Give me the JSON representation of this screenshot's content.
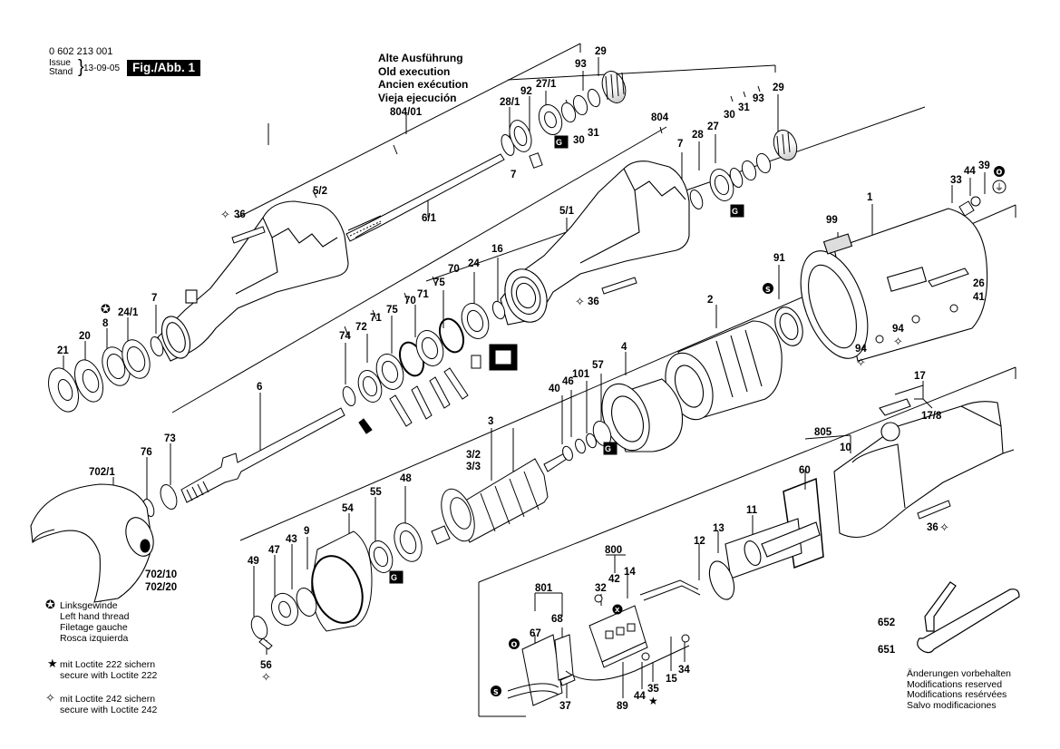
{
  "header": {
    "doc_number": "0 602 213 001",
    "issue_label_1": "Issue",
    "issue_label_2": "Stand",
    "issue_date": "13-09-05",
    "figure_tag": "Fig./Abb. 1"
  },
  "old_execution": {
    "de": "Alte Ausführung",
    "en": "Old execution",
    "fr": "Ancien exécution",
    "es": "Vieja ejecución"
  },
  "legend": {
    "left_hand_thread": [
      "Linksgewinde",
      "Left hand thread",
      "Filetage gauche",
      "Rosca izquierda"
    ],
    "loctite_222": [
      "mit Loctite 222 sichern",
      "secure with Loctite 222"
    ],
    "loctite_242": [
      "mit Loctite 242 sichern",
      "secure with Loctite 242"
    ]
  },
  "modifications": [
    "Änderungen vorbehalten",
    "Modifications reserved",
    "Modifications resérvées",
    "Salvo modificaciones"
  ],
  "symbols": {
    "star": "★",
    "open_star": "✧",
    "left_thread": "✪",
    "grease": "S",
    "oil": "O",
    "earth": "⏚",
    "note": "X"
  },
  "part_labels": {
    "p29a": "29",
    "p93a": "93",
    "p27_1": "27/1",
    "p92": "92",
    "p28_1": "28/1",
    "p30a": "30",
    "p31a": "31",
    "p7a": "7",
    "p804_01": "804/01",
    "p5_2": "5/2",
    "p6_1": "6/1",
    "p36a": "36",
    "p804": "804",
    "p29b": "29",
    "p93b": "93",
    "p31b": "31",
    "p30b": "30",
    "p27b": "27",
    "p28b": "28",
    "p7b": "7",
    "p5_1": "5/1",
    "p24_1": "24/1",
    "p7c": "7",
    "p8": "8",
    "p20": "20",
    "p21": "21",
    "p70a": "70",
    "p75a": "75",
    "p24": "24",
    "p16": "16",
    "p36b": "36",
    "p74": "74",
    "p72": "72",
    "p71a": "71",
    "p75b": "75",
    "p70b": "70",
    "p71b": "71",
    "p1": "1",
    "p99": "99",
    "p33": "33",
    "p44a": "44",
    "p39": "39",
    "p26": "26",
    "p41": "41",
    "p91": "91",
    "p2": "2",
    "p94a": "94",
    "p94b": "94",
    "p6": "6",
    "p73": "73",
    "p76": "76",
    "p702_1": "702/1",
    "p702_10": "702/10",
    "p702_20": "702/20",
    "p4": "4",
    "p40": "40",
    "p46": "46",
    "p101": "101",
    "p57": "57",
    "p3": "3",
    "p3_2": "3/2",
    "p3_3": "3/3",
    "p48": "48",
    "p55": "55",
    "p54": "54",
    "p9": "9",
    "p43": "43",
    "p47": "47",
    "p49": "49",
    "p56": "56",
    "p17": "17",
    "p17_8": "17/8",
    "p805": "805",
    "p10": "10",
    "p60": "60",
    "p11": "11",
    "p13": "13",
    "p12": "12",
    "p36c": "36",
    "p800": "800",
    "p32": "32",
    "p42": "42",
    "p14": "14",
    "p801": "801",
    "p67": "67",
    "p68": "68",
    "p37": "37",
    "p89": "89",
    "p44b": "44",
    "p35": "35",
    "p15": "15",
    "p34": "34",
    "p652": "652",
    "p651": "651"
  },
  "colors": {
    "line": "#000000",
    "part_fill": "#ffffff",
    "shade": "#d9d9d9",
    "dark": "#3a3a3a"
  }
}
